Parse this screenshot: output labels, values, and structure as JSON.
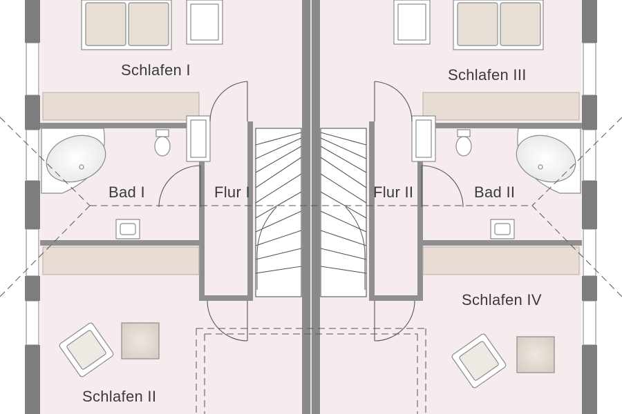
{
  "rooms": {
    "schlafen_1": "Schlafen I",
    "schlafen_2": "Schlafen II",
    "schlafen_3": "Schlafen III",
    "schlafen_4": "Schlafen IV",
    "bad_1": "Bad I",
    "bad_2": "Bad II",
    "flur_1": "Flur I",
    "flur_2": "Flur II"
  },
  "colors": {
    "floor": "#f6ecee",
    "wall": "#8c8c8c",
    "outer_wall": "#7a7a7a",
    "wardrobe": "#e6dcd3",
    "furniture_line": "#7a7a7a"
  }
}
